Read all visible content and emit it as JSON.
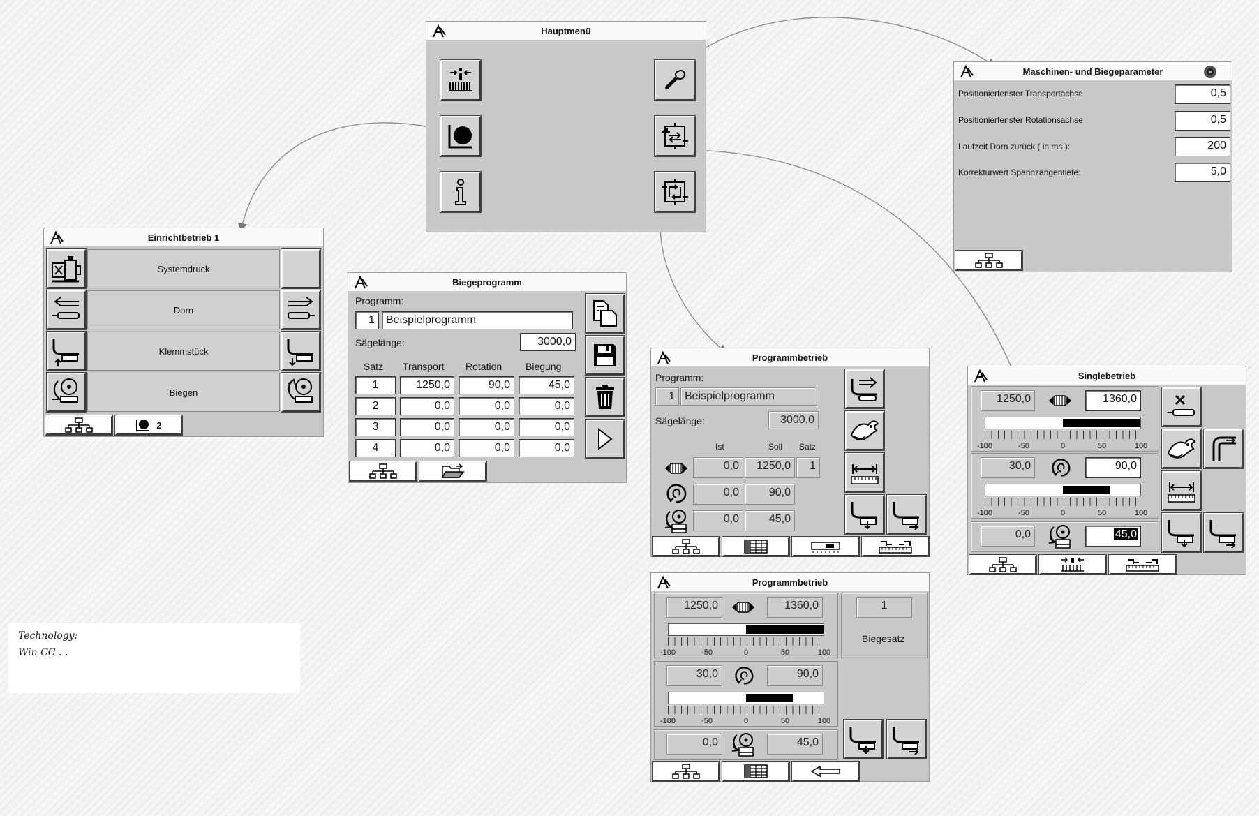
{
  "hauptmenue": {
    "title": "Hauptmenü"
  },
  "maschinen": {
    "title": "Maschinen- und Biegeparameter",
    "rows": [
      {
        "label": "Positionierfenster Transportachse",
        "value": "0,5"
      },
      {
        "label": "Positionierfenster Rotationsachse",
        "value": "0,5"
      },
      {
        "label": "Laufzeit Dorn zurück ( in ms ):",
        "value": "200"
      },
      {
        "label": "Korrekturwert Spannzangentiefe:",
        "value": "5,0"
      }
    ]
  },
  "einricht": {
    "title": "Einrichtbetrieb 1",
    "rows": [
      "Systemdruck",
      "Dorn",
      "Klemmstück",
      "Biegen"
    ],
    "nav_value": "2"
  },
  "biege": {
    "title": "Biegeprogramm",
    "programm_label": "Programm:",
    "programm_nr": "1",
    "programm_name": "Beispielprogramm",
    "saege_label": "Sägelänge:",
    "saege_value": "3000,0",
    "columns": [
      "Satz",
      "Transport",
      "Rotation",
      "Biegung"
    ],
    "rows": [
      {
        "satz": "1",
        "transport": "1250,0",
        "rotation": "90,0",
        "biegung": "45,0"
      },
      {
        "satz": "2",
        "transport": "0,0",
        "rotation": "0,0",
        "biegung": "0,0"
      },
      {
        "satz": "3",
        "transport": "0,0",
        "rotation": "0,0",
        "biegung": "0,0"
      },
      {
        "satz": "4",
        "transport": "0,0",
        "rotation": "0,0",
        "biegung": "0,0"
      }
    ]
  },
  "programm1": {
    "title": "Programmbetrieb",
    "programm_label": "Programm:",
    "programm_nr": "1",
    "programm_name": "Beispielprogramm",
    "saege_label": "Sägelänge:",
    "saege_value": "3000,0",
    "col_ist": "Ist",
    "col_soll": "Soll",
    "col_satz": "Satz",
    "rows": [
      {
        "ist": "0,0",
        "soll": "1250,0",
        "satz": "1"
      },
      {
        "ist": "0,0",
        "soll": "90,0"
      },
      {
        "ist": "0,0",
        "soll": "45,0"
      }
    ]
  },
  "programm2": {
    "title": "Programmbetrieb",
    "transport_ist": "1250,0",
    "transport_soll": "1360,0",
    "rotation_ist": "30,0",
    "rotation_soll": "90,0",
    "biegung_ist": "0,0",
    "biegung_soll": "45,0",
    "biegesatz_nr": "1",
    "biegesatz_label": "Biegesatz",
    "scale": [
      "-100",
      "-50",
      "0",
      "50",
      "100"
    ],
    "bar1_fill": [
      0,
      100
    ],
    "bar2_fill": [
      0,
      60
    ]
  },
  "single": {
    "title": "Singlebetrieb",
    "transport_ist": "1250,0",
    "transport_soll": "1360,0",
    "rotation_ist": "30,0",
    "rotation_soll": "90,0",
    "biegung_ist": "0,0",
    "biegung_soll": "45,0",
    "scale": [
      "-100",
      "-50",
      "0",
      "50",
      "100"
    ],
    "bar1_fill": [
      0,
      100
    ],
    "bar2_fill": [
      0,
      60
    ]
  },
  "note": {
    "line1": "Technology:",
    "line2": "Win CC . ."
  }
}
